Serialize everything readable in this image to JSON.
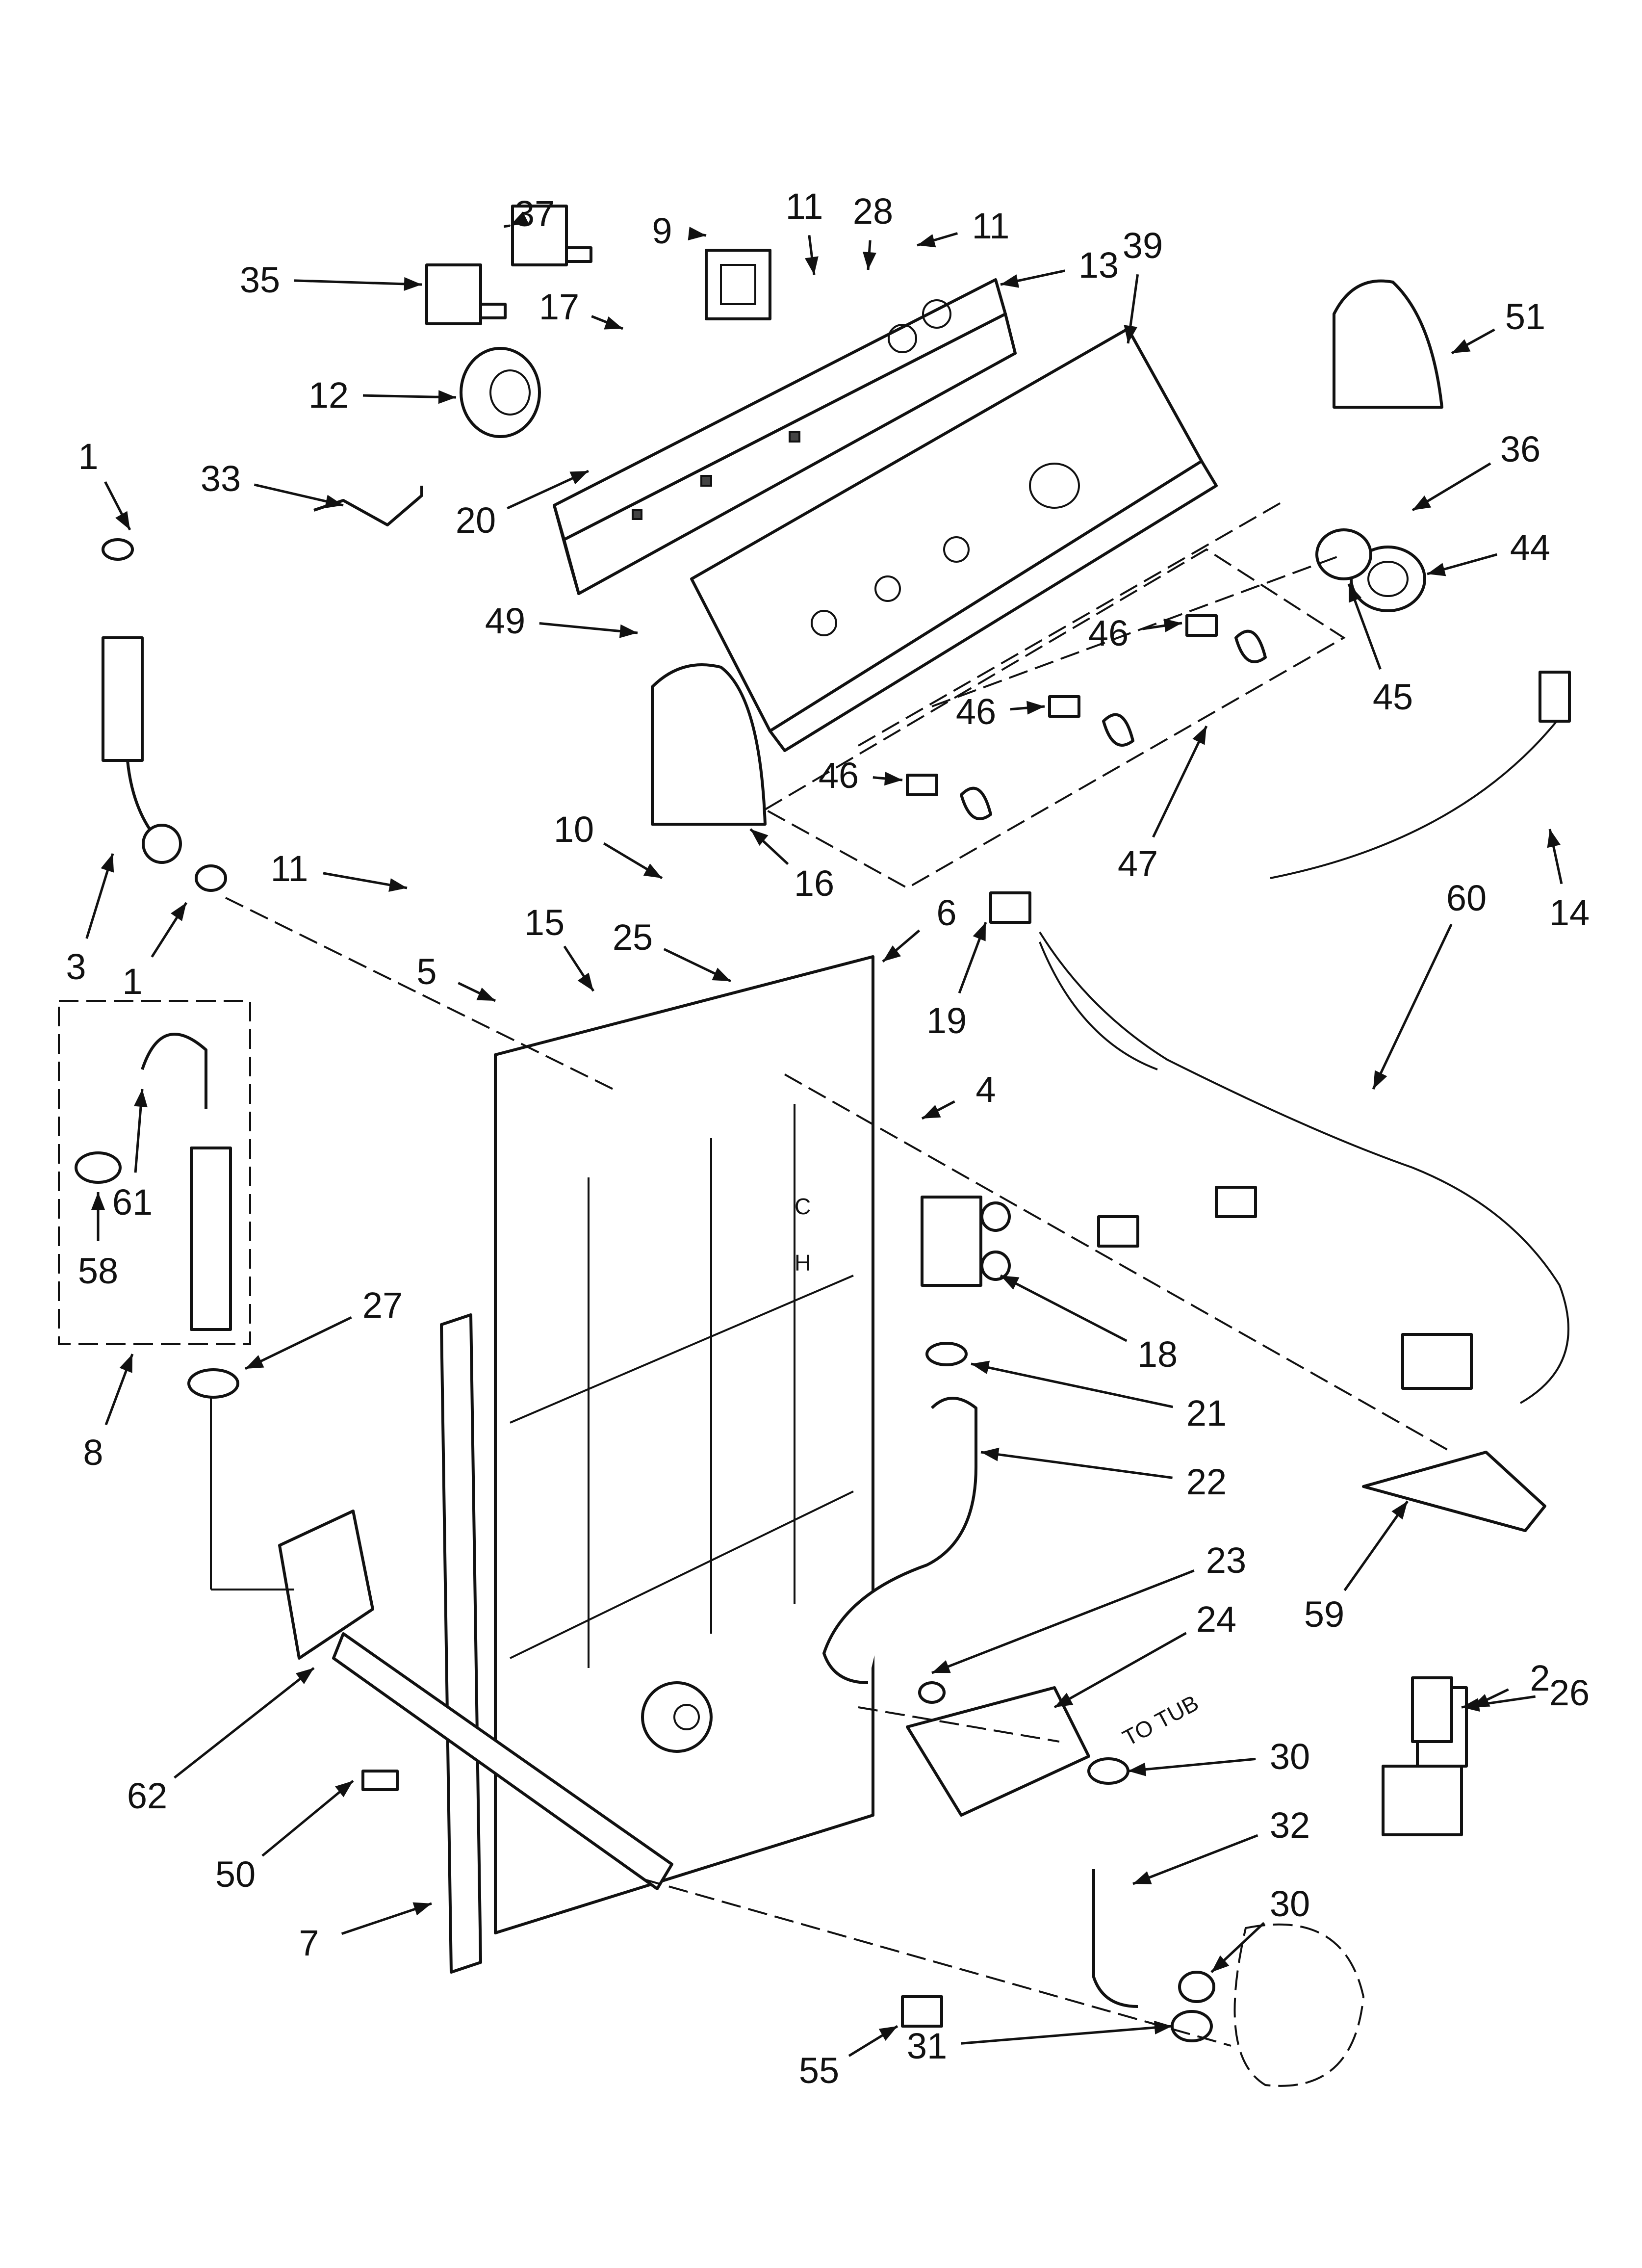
{
  "diagram": {
    "callouts": [
      {
        "label": "1"
      },
      {
        "label": "1"
      },
      {
        "label": "2"
      },
      {
        "label": "3"
      },
      {
        "label": "4"
      },
      {
        "label": "5"
      },
      {
        "label": "6"
      },
      {
        "label": "7"
      },
      {
        "label": "8"
      },
      {
        "label": "9"
      },
      {
        "label": "10"
      },
      {
        "label": "11"
      },
      {
        "label": "11"
      },
      {
        "label": "11"
      },
      {
        "label": "12"
      },
      {
        "label": "13"
      },
      {
        "label": "14"
      },
      {
        "label": "15"
      },
      {
        "label": "16"
      },
      {
        "label": "17"
      },
      {
        "label": "18"
      },
      {
        "label": "19"
      },
      {
        "label": "20"
      },
      {
        "label": "21"
      },
      {
        "label": "22"
      },
      {
        "label": "23"
      },
      {
        "label": "24"
      },
      {
        "label": "25"
      },
      {
        "label": "26"
      },
      {
        "label": "27"
      },
      {
        "label": "28"
      },
      {
        "label": "30"
      },
      {
        "label": "30"
      },
      {
        "label": "31"
      },
      {
        "label": "32"
      },
      {
        "label": "33"
      },
      {
        "label": "35"
      },
      {
        "label": "36"
      },
      {
        "label": "37"
      },
      {
        "label": "39"
      },
      {
        "label": "44"
      },
      {
        "label": "45"
      },
      {
        "label": "46"
      },
      {
        "label": "46"
      },
      {
        "label": "46"
      },
      {
        "label": "47"
      },
      {
        "label": "49"
      },
      {
        "label": "50"
      },
      {
        "label": "51"
      },
      {
        "label": "55"
      },
      {
        "label": "58"
      },
      {
        "label": "59"
      },
      {
        "label": "60"
      },
      {
        "label": "61"
      },
      {
        "label": "62"
      }
    ],
    "annotations": {
      "to_tub": "TO TUB",
      "cold_port": "C",
      "hot_port": "H"
    }
  }
}
